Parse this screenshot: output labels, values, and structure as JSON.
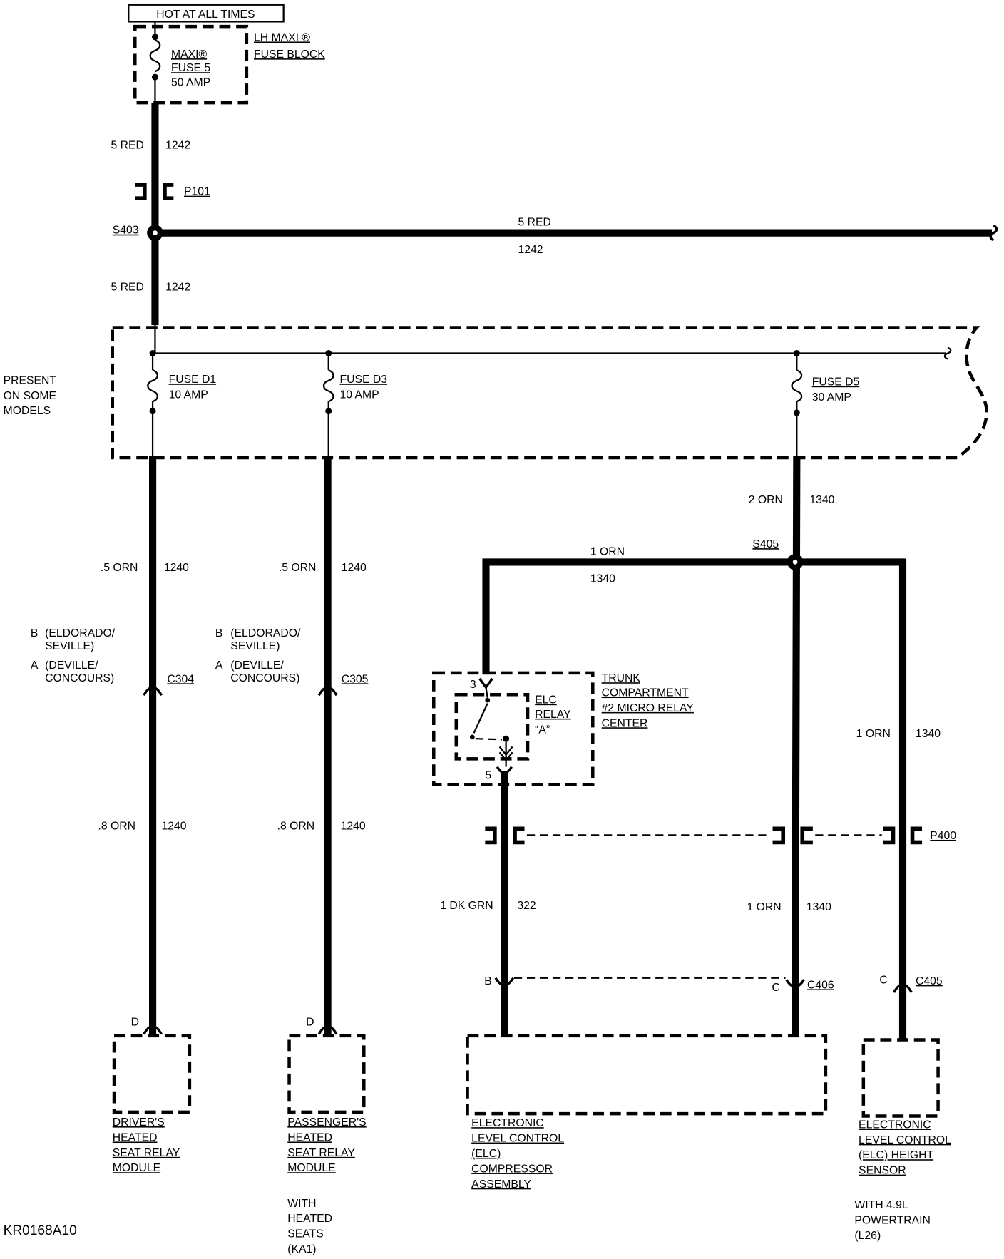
{
  "power_source": "HOT AT ALL TIMES",
  "maxi_fuse_block": {
    "title": [
      "LH MAXI ®",
      "FUSE BLOCK"
    ],
    "fuse": [
      "MAXI®",
      "FUSE 5",
      "50 AMP"
    ]
  },
  "splices": {
    "s403": "S403",
    "s405": "S405"
  },
  "connectors": {
    "p101": "P101",
    "c304": "C304",
    "c305": "C305",
    "p400": "P400",
    "c406": "C406",
    "c405": "C405"
  },
  "wires": {
    "feed_upper": {
      "color": "5 RED",
      "circuit": "1242"
    },
    "feed_branch": {
      "color": "5 RED",
      "circuit": "1242"
    },
    "feed_lower": {
      "color": "5 RED",
      "circuit": "1242"
    },
    "d1_upper": {
      "color": ".5 ORN",
      "circuit": "1240"
    },
    "d1_lower": {
      "color": ".8 ORN",
      "circuit": "1240"
    },
    "d3_upper": {
      "color": ".5 ORN",
      "circuit": "1240"
    },
    "d3_lower": {
      "color": ".8 ORN",
      "circuit": "1240"
    },
    "d5_main": {
      "color": "2 ORN",
      "circuit": "1340"
    },
    "s405_to_relay": {
      "color": "1 ORN",
      "circuit": "1340"
    },
    "s405_to_sensor": {
      "color": "1 ORN",
      "circuit": "1340"
    },
    "relay_to_compressor": {
      "color": "1 DK GRN",
      "circuit": "322"
    },
    "s405_to_compressor": {
      "color": "1 ORN",
      "circuit": "1340"
    }
  },
  "fuse_block_note": [
    "PRESENT",
    "ON SOME",
    "MODELS"
  ],
  "fuses": [
    {
      "name": "FUSE D1",
      "rating": "10 AMP"
    },
    {
      "name": "FUSE D3",
      "rating": "10 AMP"
    },
    {
      "name": "FUSE D5",
      "rating": "30 AMP"
    }
  ],
  "connector_notes": [
    {
      "pin_b": "B",
      "models_b": [
        "(ELDORADO/",
        "SEVILLE)"
      ],
      "pin_a": "A",
      "models_a": [
        "(DEVILLE/",
        "CONCOURS)"
      ]
    },
    {
      "pin_b": "B",
      "models_b": [
        "(ELDORADO/",
        "SEVILLE)"
      ],
      "pin_a": "A",
      "models_a": [
        "(DEVILLE/",
        "CONCOURS)"
      ]
    }
  ],
  "relay_center": {
    "title": [
      "TRUNK",
      "COMPARTMENT",
      "#2 MICRO RELAY",
      "CENTER"
    ],
    "relay": [
      "ELC",
      "RELAY",
      "“A”"
    ],
    "pin_in": "3",
    "pin_out": "5"
  },
  "pins": {
    "driver_module": "D",
    "passenger_module": "D",
    "compressor_322": "B",
    "compressor_1340": "C",
    "height_sensor": "C"
  },
  "components": [
    {
      "name": [
        "DRIVER'S",
        "HEATED",
        "SEAT RELAY",
        "MODULE"
      ]
    },
    {
      "name": [
        "PASSENGER'S",
        "HEATED",
        "SEAT RELAY",
        "MODULE"
      ],
      "note": [
        "WITH",
        "HEATED",
        "SEATS",
        "(KA1)"
      ]
    },
    {
      "name": [
        "ELECTRONIC",
        "LEVEL CONTROL",
        "(ELC)",
        "COMPRESSOR",
        "ASSEMBLY"
      ]
    },
    {
      "name": [
        "ELECTRONIC",
        "LEVEL CONTROL",
        "(ELC) HEIGHT",
        "SENSOR"
      ],
      "note": [
        "WITH 4.9L",
        "POWERTRAIN",
        "(L26)"
      ]
    }
  ],
  "diagram_id": "KR0168A10"
}
